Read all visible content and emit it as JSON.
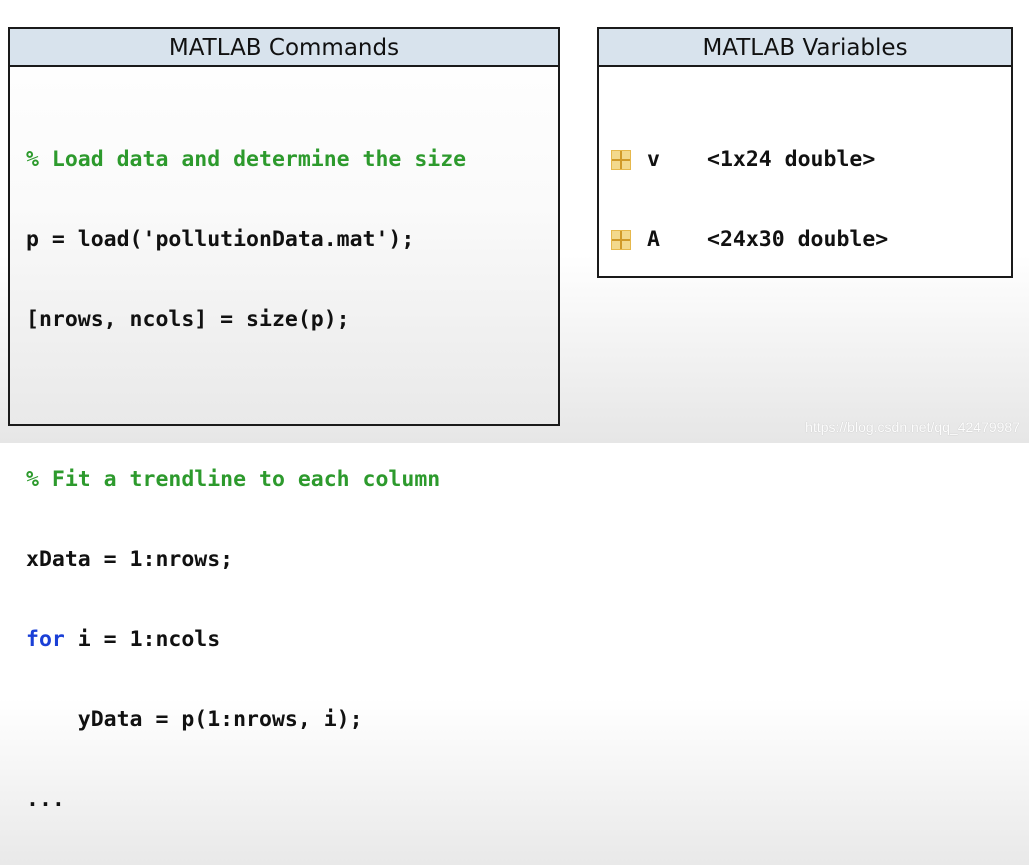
{
  "commands_panel": {
    "title": "MATLAB Commands",
    "lines": [
      {
        "type": "comment",
        "text": "% Load data and determine the size"
      },
      {
        "type": "code",
        "text": "p = load('pollutionData.mat');"
      },
      {
        "type": "code",
        "text": "[nrows, ncols] = size(p);"
      },
      {
        "type": "blank",
        "text": ""
      },
      {
        "type": "comment",
        "text": "% Fit a trendline to each column"
      },
      {
        "type": "code",
        "text": "xData = 1:nrows;"
      },
      {
        "type": "keyword_line",
        "keyword": "for",
        "text": " i = 1:ncols"
      },
      {
        "type": "code",
        "text": "    yData = p(1:nrows, i);"
      },
      {
        "type": "code",
        "text": "..."
      }
    ]
  },
  "variables_panel": {
    "title": "MATLAB Variables",
    "variables": [
      {
        "name": "v",
        "value": "<1x24 double>",
        "icon": "matrix-grid-icon"
      },
      {
        "name": "A",
        "value": "<24x30 double>",
        "icon": "matrix-grid-icon"
      }
    ]
  },
  "watermark": "https://blog.csdn.net/qq_42479987",
  "colors": {
    "header_bg": "#d8e3ed",
    "comment": "#2d9a2d",
    "keyword": "#1a3fd6",
    "text": "#111111"
  }
}
